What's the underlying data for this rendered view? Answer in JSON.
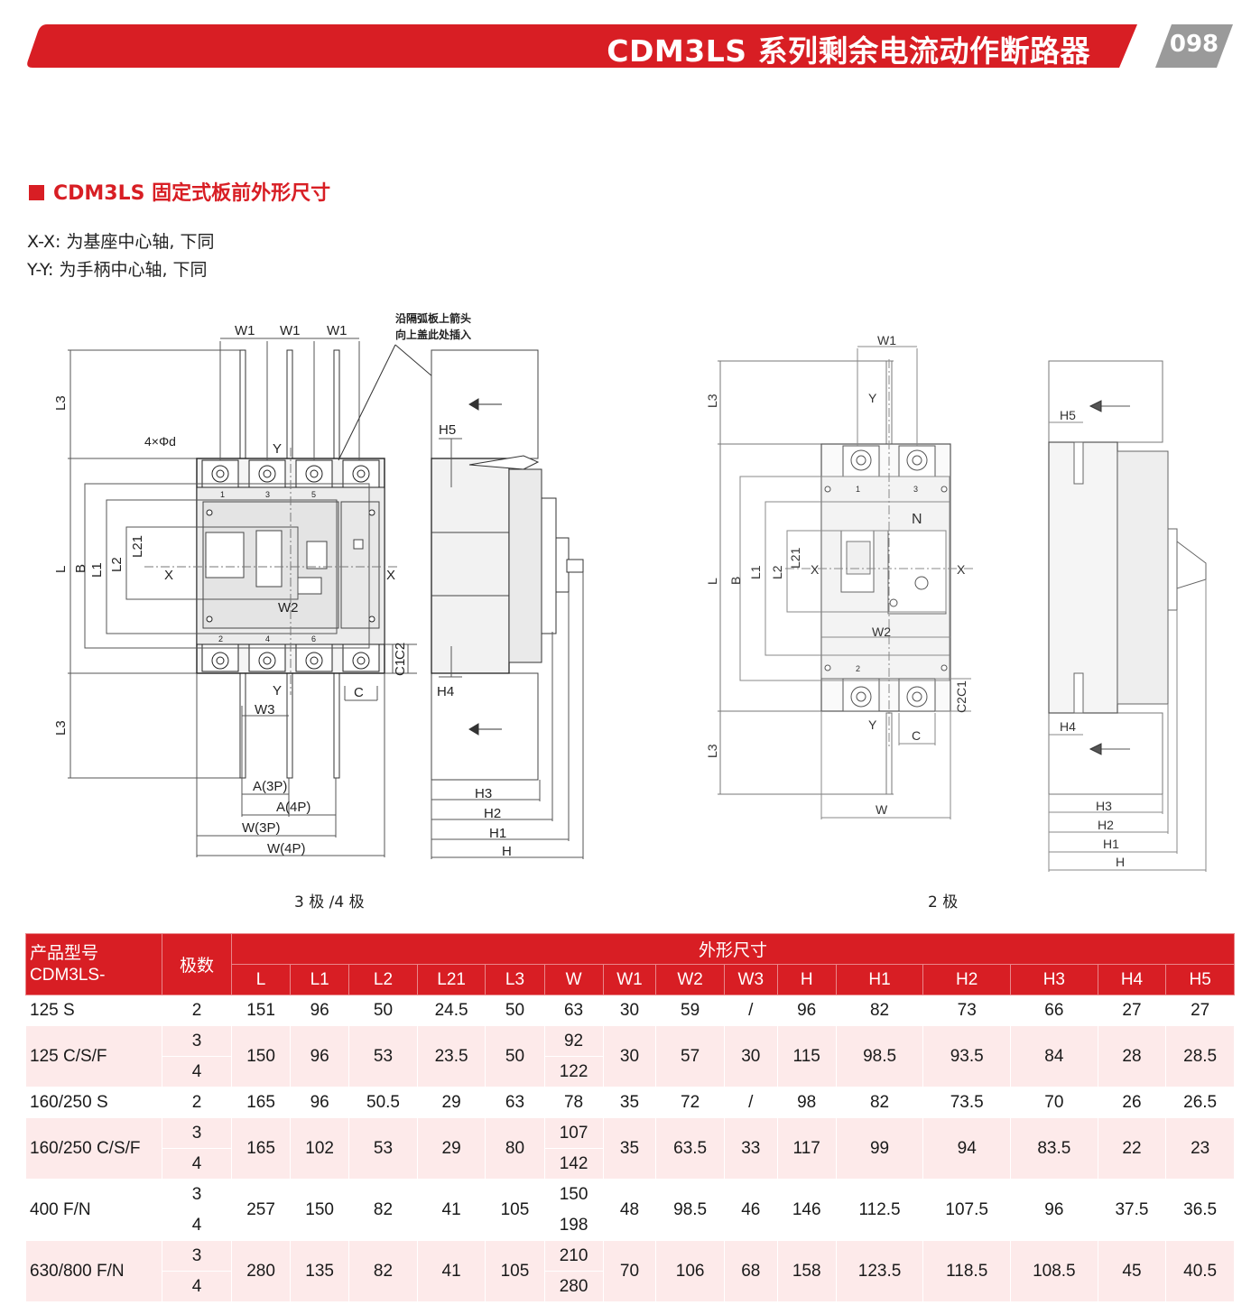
{
  "header": {
    "title": "CDM3LS 系列剩余电流动作断路器",
    "page_number": "098",
    "accent_color": "#d81e24",
    "tag_color": "#9a9a9a"
  },
  "section": {
    "title": "CDM3LS 固定式板前外形尺寸",
    "notes": [
      "X-X: 为基座中心轴, 下同",
      "Y-Y: 为手柄中心轴, 下同"
    ]
  },
  "drawing": {
    "labels": {
      "W1": "W1",
      "W2": "W2",
      "W3": "W3",
      "L": "L",
      "L1": "L1",
      "L2": "L2",
      "L21": "L21",
      "L3": "L3",
      "B": "B",
      "X": "X",
      "Y": "Y",
      "C": "C",
      "C1": "C1",
      "C2": "C2",
      "H": "H",
      "H1": "H1",
      "H2": "H2",
      "H3": "H3",
      "H4": "H4",
      "H5": "H5",
      "A3P": "A(3P)",
      "A4P": "A(4P)",
      "W3P": "W(3P)",
      "W4P": "W(4P)",
      "W": "W",
      "hole": "4×Φd",
      "N": "N",
      "arc_note_1": "沿隔弧板上箭头",
      "arc_note_2": "向上盖此处插入"
    },
    "terminals_top": [
      "1",
      "3",
      "5"
    ],
    "terminals_bottom": [
      "2",
      "4",
      "6"
    ],
    "terminals_2p_top": [
      "1",
      "3"
    ],
    "terminals_2p_bottom": [
      "2"
    ],
    "caption_left": "3 极 /4 极",
    "caption_right": "2 极"
  },
  "table": {
    "model_header": "产品型号",
    "model_prefix": "CDM3LS-",
    "poles_header": "极数",
    "group_header": "外形尺寸",
    "columns": [
      "L",
      "L1",
      "L2",
      "L21",
      "L3",
      "W",
      "W1",
      "W2",
      "W3",
      "H",
      "H1",
      "H2",
      "H3",
      "H4",
      "H5"
    ],
    "rows": [
      {
        "model": "125 S",
        "poles": [
          "2"
        ],
        "L": "151",
        "L1": "96",
        "L2": "50",
        "L21": "24.5",
        "L3": "50",
        "W": [
          "63"
        ],
        "W1": "30",
        "W2": "59",
        "W3": "/",
        "H": "96",
        "H1": "82",
        "H2": "73",
        "H3": "66",
        "H4": "27",
        "H5": "27"
      },
      {
        "model": "125 C/S/F",
        "poles": [
          "3",
          "4"
        ],
        "L": "150",
        "L1": "96",
        "L2": "53",
        "L21": "23.5",
        "L3": "50",
        "W": [
          "92",
          "122"
        ],
        "W1": "30",
        "W2": "57",
        "W3": "30",
        "H": "115",
        "H1": "98.5",
        "H2": "93.5",
        "H3": "84",
        "H4": "28",
        "H5": "28.5"
      },
      {
        "model": "160/250 S",
        "poles": [
          "2"
        ],
        "L": "165",
        "L1": "96",
        "L2": "50.5",
        "L21": "29",
        "L3": "63",
        "W": [
          "78"
        ],
        "W1": "35",
        "W2": "72",
        "W3": "/",
        "H": "98",
        "H1": "82",
        "H2": "73.5",
        "H3": "70",
        "H4": "26",
        "H5": "26.5"
      },
      {
        "model": "160/250 C/S/F",
        "poles": [
          "3",
          "4"
        ],
        "L": "165",
        "L1": "102",
        "L2": "53",
        "L21": "29",
        "L3": "80",
        "W": [
          "107",
          "142"
        ],
        "W1": "35",
        "W2": "63.5",
        "W3": "33",
        "H": "117",
        "H1": "99",
        "H2": "94",
        "H3": "83.5",
        "H4": "22",
        "H5": "23"
      },
      {
        "model": "400 F/N",
        "poles": [
          "3",
          "4"
        ],
        "L": "257",
        "L1": "150",
        "L2": "82",
        "L21": "41",
        "L3": "105",
        "W": [
          "150",
          "198"
        ],
        "W1": "48",
        "W2": "98.5",
        "W3": "46",
        "H": "146",
        "H1": "112.5",
        "H2": "107.5",
        "H3": "96",
        "H4": "37.5",
        "H5": "36.5"
      },
      {
        "model": "630/800 F/N",
        "poles": [
          "3",
          "4"
        ],
        "L": "280",
        "L1": "135",
        "L2": "82",
        "L21": "41",
        "L3": "105",
        "W": [
          "210",
          "280"
        ],
        "W1": "70",
        "W2": "106",
        "W3": "68",
        "H": "158",
        "H1": "123.5",
        "H2": "118.5",
        "H3": "108.5",
        "H4": "45",
        "H5": "40.5"
      }
    ]
  }
}
